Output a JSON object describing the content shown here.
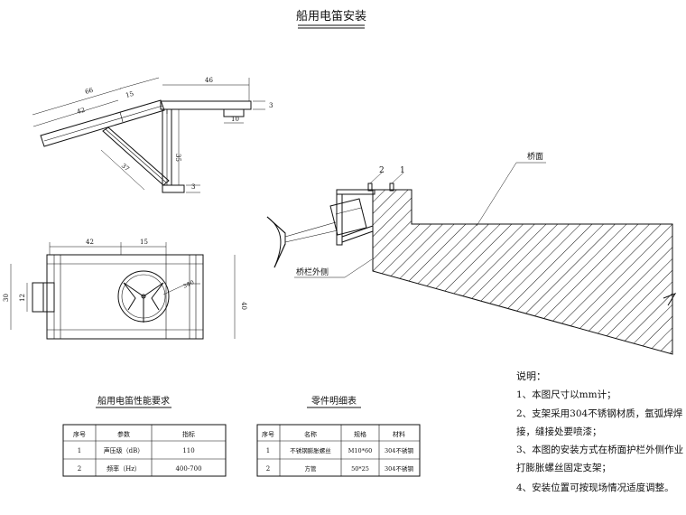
{
  "title": "船用电笛安装",
  "top_view_dims": {
    "d66": "66",
    "d15": "15",
    "d42": "42",
    "d46": "46",
    "d3": "3",
    "d10": "10",
    "d35": "35",
    "d37": "37",
    "d3b": "3"
  },
  "front_view_dims": {
    "d42": "42",
    "d15": "15",
    "d30": "30",
    "d12": "12",
    "d40": "40",
    "bolt": "3Φ0"
  },
  "section_labels": {
    "bridge_deck": "桥面",
    "rail_outside": "桥栏外侧",
    "n1": "1",
    "n2": "2"
  },
  "notes": {
    "heading": "说明：",
    "lines": [
      "1、本图尺寸以mm计；",
      "2、支架采用304不锈钢材质，氩弧焊焊",
      "接，缝接处要喷漆；",
      "3、本图的安装方式在桥面护栏外侧作业",
      "打膨胀螺丝固定支架；",
      "4、安装位置可按现场情况适度调整。"
    ]
  },
  "perf_table": {
    "caption": "船用电笛性能要求",
    "headers": [
      "序号",
      "参数",
      "指标"
    ],
    "rows": [
      [
        "1",
        "声压级（dB）",
        "110"
      ],
      [
        "2",
        "频率（Hz）",
        "400-700"
      ]
    ]
  },
  "parts_table": {
    "caption": "零件明细表",
    "headers": [
      "序号",
      "名称",
      "规格",
      "材料"
    ],
    "rows": [
      [
        "1",
        "不锈钢膨胀螺丝",
        "M10*60",
        "304不锈钢"
      ],
      [
        "2",
        "方管",
        "50*25",
        "304不锈钢"
      ]
    ]
  }
}
